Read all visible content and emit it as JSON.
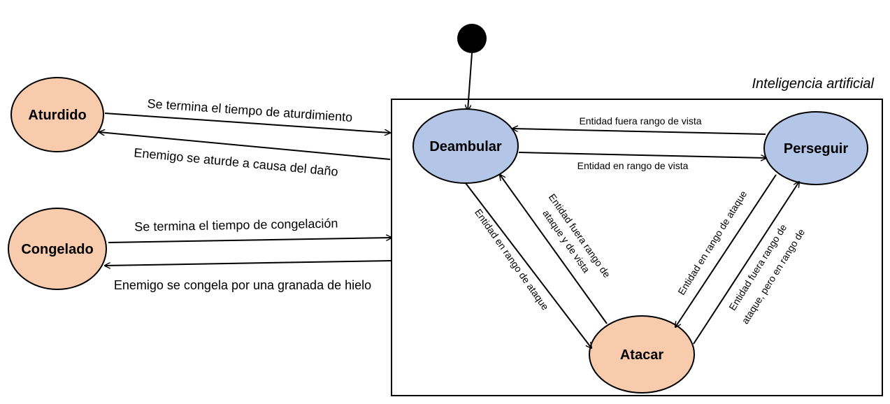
{
  "colors": {
    "blue_state": "#b4c6e7",
    "orange_state": "#f8cbad",
    "stroke": "#000000",
    "initial": "#000000"
  },
  "region": {
    "title": "Inteligencia artificial"
  },
  "states": {
    "aturdido": "Aturdido",
    "congelado": "Congelado",
    "deambular": "Deambular",
    "perseguir": "Perseguir",
    "atacar": "Atacar"
  },
  "transitions": {
    "aturdido_end": "Se termina el tiempo de aturdimiento",
    "stunned": "Enemigo se aturde a causa del daño",
    "congelado_end": "Se termina el tiempo de congelación",
    "frozen": "Enemigo se congela por una granada de hielo",
    "lost_sight": "Entidad fuera rango de vista",
    "in_sight": "Entidad en rango de vista",
    "in_attack_wander": "Entidad en rango de ataque",
    "out_attack_sight_1": "Entidad fuera rango de",
    "out_attack_sight_2": "ataque y de vista",
    "in_attack_chase": "Entidad en rango de ataque",
    "out_attack_chase_1": "Entidad fuera rango de",
    "out_attack_chase_2": "ataque, pero en rango de"
  }
}
